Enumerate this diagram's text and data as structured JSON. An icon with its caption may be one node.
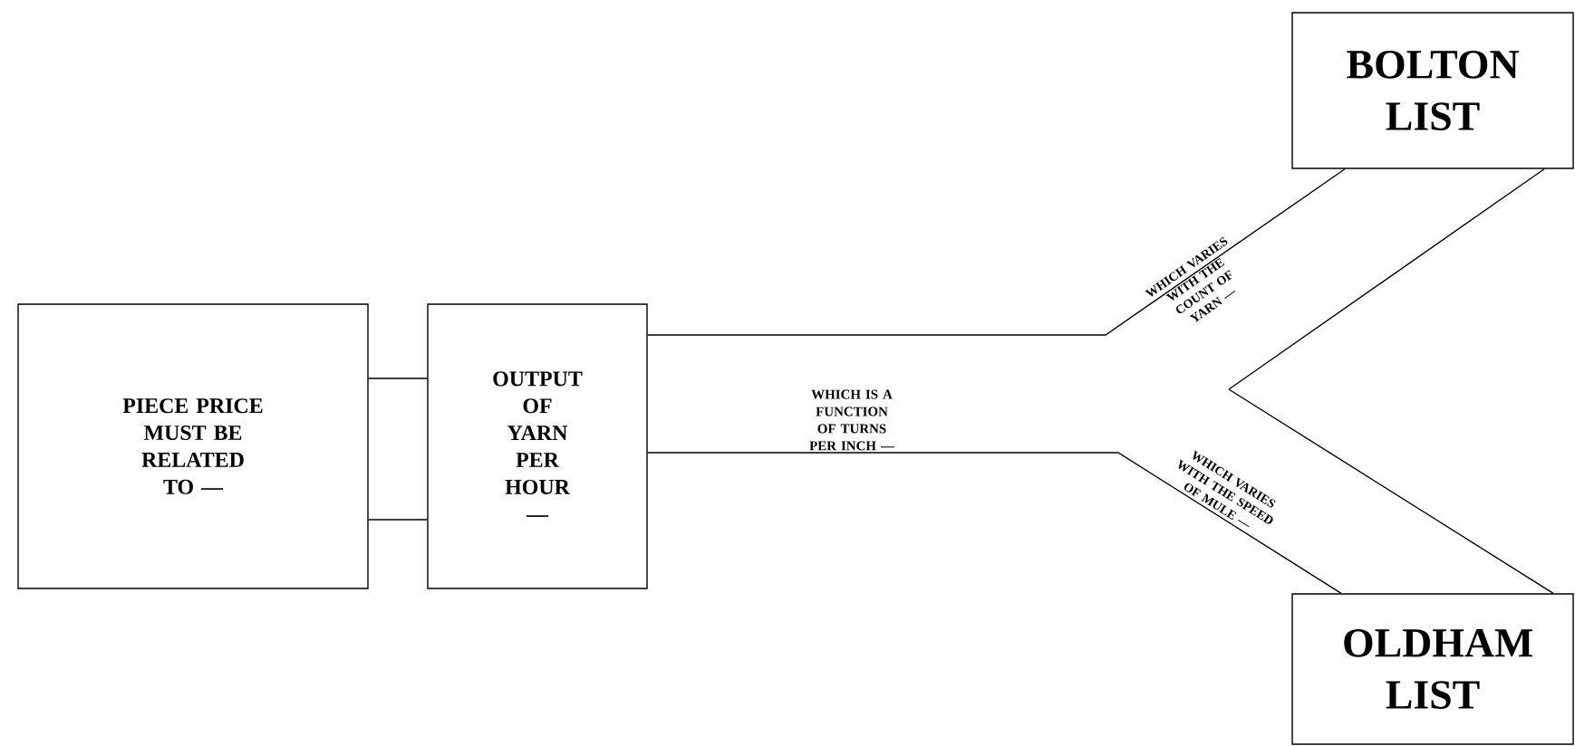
{
  "diagram": {
    "nodes": [
      {
        "text": [
          "PIECE PRICE MUST BE RELATED TO —"
        ]
      },
      {
        "text": [
          "OUTPUT OF YARN PER HOUR —"
        ]
      },
      {
        "text": [
          "BOLTON LIST"
        ]
      },
      {
        "text": [
          "OLDHAM LIST"
        ]
      }
    ],
    "edges": [
      {
        "from": 0,
        "to": 1,
        "arrow": "none"
      },
      {
        "from": 1,
        "to": 2,
        "arrow": "none",
        "label": "WHICH VARIES WITH THE COUNT OF YARN —"
      },
      {
        "from": 1,
        "to": 3,
        "arrow": "none",
        "label": "WHICH VARIES WITH THE SPEED OF MULE —"
      }
    ],
    "labels": [
      "WHICH IS A FUNCTION OF TURNS PER INCH —"
    ]
  }
}
